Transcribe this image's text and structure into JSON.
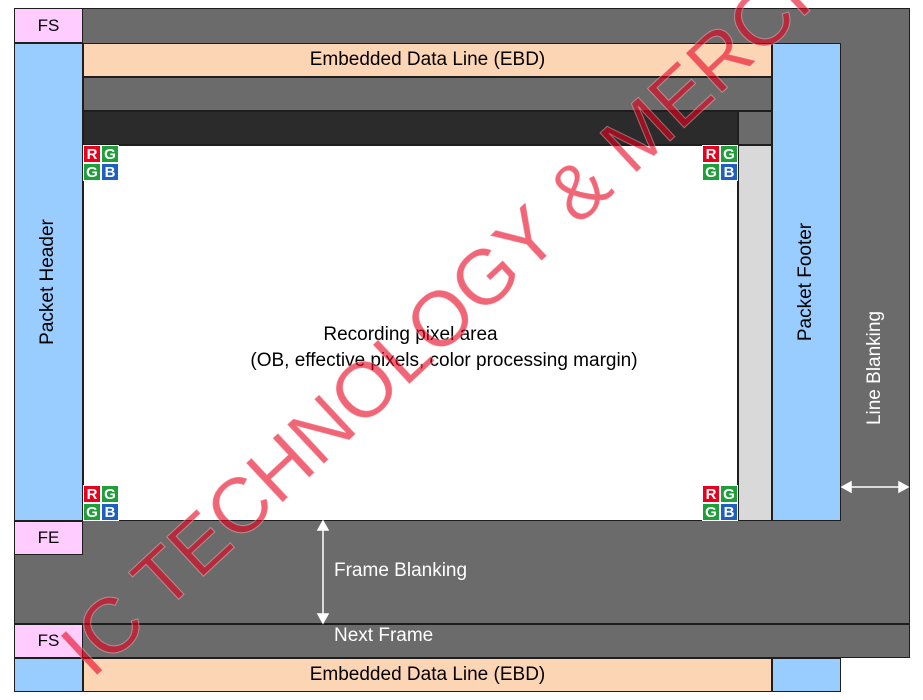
{
  "labels": {
    "fs_top": "FS",
    "ebd_top": "Embedded Data Line (EBD)",
    "packet_header": "Packet Header",
    "packet_footer": "Packet Footer",
    "recording_line1": "Recording pixel area",
    "recording_line2": "(OB, effective pixels, color processing margin)",
    "line_blanking": "Line Blanking",
    "fe": "FE",
    "frame_blanking": "Frame Blanking",
    "next_frame": "Next Frame",
    "fs_bottom": "FS",
    "ebd_bottom": "Embedded Data Line (EBD)"
  },
  "bayer": {
    "r": "R",
    "g1": "G",
    "g2": "G",
    "b": "B"
  },
  "watermark": "IC TECHNOLOGY & MERCHA",
  "colors": {
    "blanking": "#6b6b6b",
    "sync": "#ffccff",
    "packet": "#99ccff",
    "ebd": "#fcd5b5",
    "red": "#e8001c",
    "green": "#1f9e3a",
    "blue": "#1f5fbf",
    "watermark": "#e8001c"
  }
}
